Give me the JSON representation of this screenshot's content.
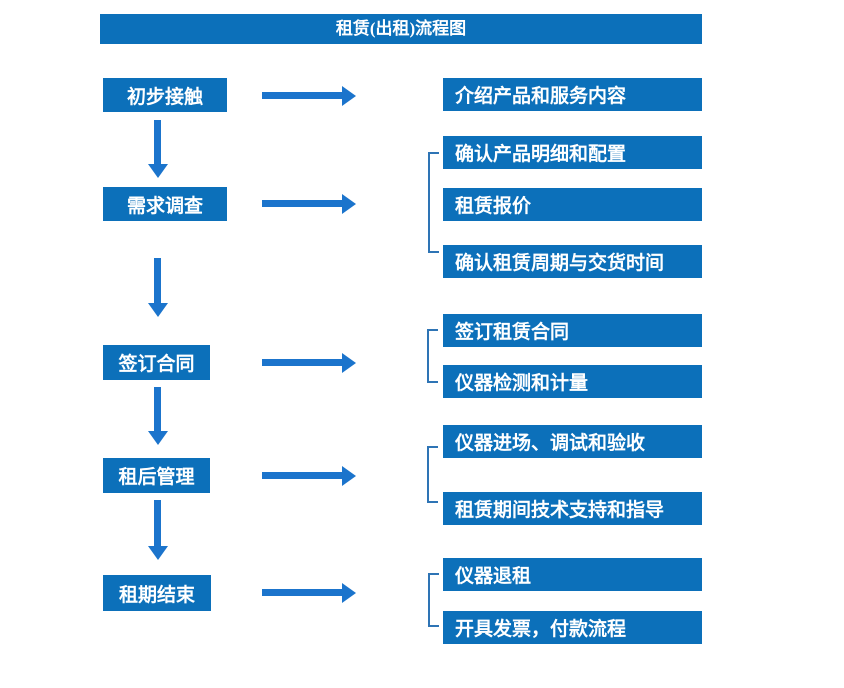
{
  "title": "租赁(出租)流程图",
  "colors": {
    "box_blue": "#0C70BA",
    "arrow_blue": "#1B74CC",
    "bracket_blue": "#2E74B5",
    "text_white": "#FFFFFF",
    "background": "#FFFFFF"
  },
  "stages": [
    {
      "label": "初步接触",
      "outputs": [
        "介绍产品和服务内容"
      ]
    },
    {
      "label": "需求调查",
      "outputs": [
        "确认产品明细和配置",
        "租赁报价",
        "确认租赁周期与交货时间"
      ]
    },
    {
      "label": "签订合同",
      "outputs": [
        "签订租赁合同",
        "仪器检测和计量"
      ]
    },
    {
      "label": "租后管理",
      "outputs": [
        "仪器进场、调试和验收",
        "租赁期间技术支持和指导"
      ]
    },
    {
      "label": "租期结束",
      "outputs": [
        "仪器退租",
        "开具发票，付款流程"
      ]
    }
  ]
}
